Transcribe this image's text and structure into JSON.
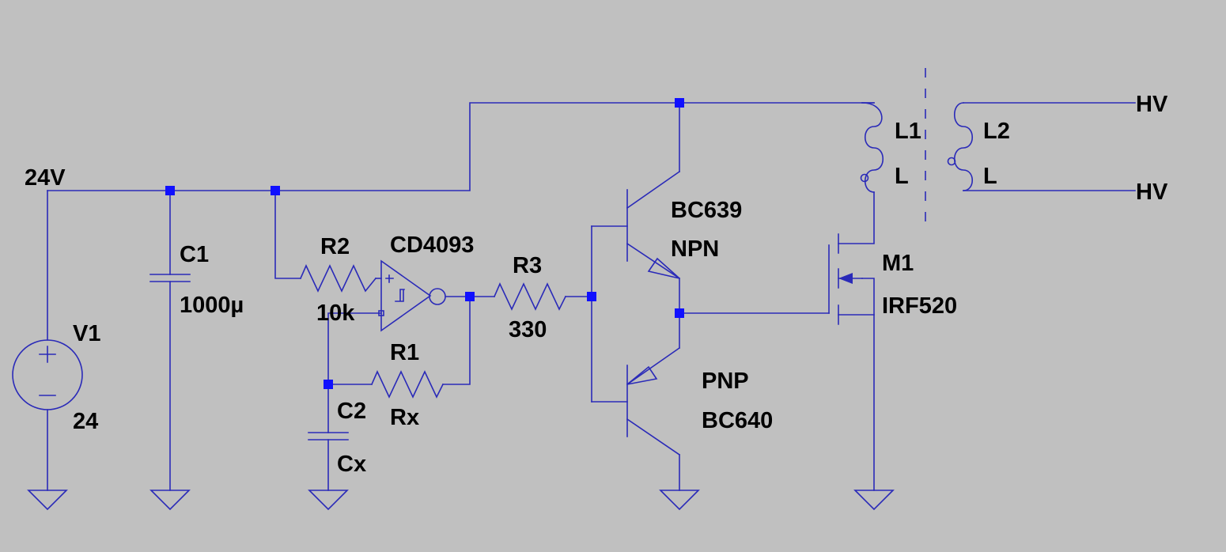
{
  "nets": {
    "supply": "24V",
    "hv_top": "HV",
    "hv_bottom": "HV"
  },
  "components": {
    "V1": {
      "ref": "V1",
      "value": "24"
    },
    "C1": {
      "ref": "C1",
      "value": "1000µ"
    },
    "R2": {
      "ref": "R2",
      "value": "10k"
    },
    "U1": {
      "ref": "CD4093"
    },
    "R1": {
      "ref": "R1",
      "value": "Rx"
    },
    "C2": {
      "ref": "C2",
      "value": "Cx"
    },
    "R3": {
      "ref": "R3",
      "value": "330"
    },
    "Q1": {
      "ref": "BC639",
      "value": "NPN"
    },
    "Q2": {
      "ref": "PNP",
      "value": "BC640"
    },
    "M1": {
      "ref": "M1",
      "value": "IRF520"
    },
    "L1": {
      "ref": "L1",
      "value": "L"
    },
    "L2": {
      "ref": "L2",
      "value": "L"
    }
  },
  "colors": {
    "wire": "#2a2ab8",
    "junction": "#1010ff",
    "background": "#c0c0c0",
    "text": "#000000"
  }
}
